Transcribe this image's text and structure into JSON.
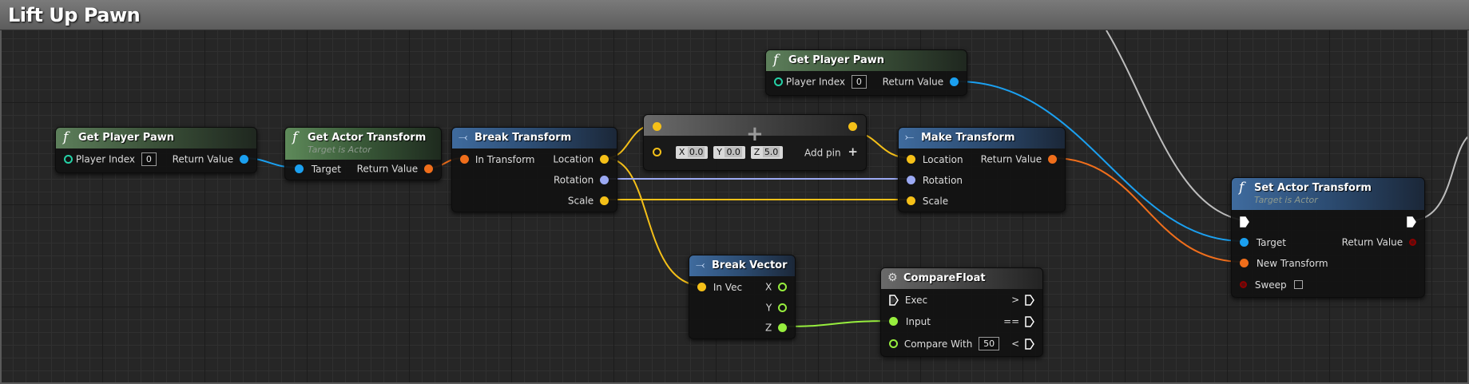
{
  "graph": {
    "title": "Lift Up Pawn"
  },
  "colors": {
    "vector": "#f5c018",
    "transform": "#f06e1b",
    "object": "#1ba0f0",
    "rotator": "#9ba9f3",
    "int": "#25d1a6",
    "float": "#97ee3e",
    "bool": "#8b0000",
    "exec": "#ffffff"
  },
  "nodes": {
    "get_player_pawn_1": {
      "title": "Get Player Pawn",
      "player_index_label": "Player Index",
      "player_index_value": "0",
      "return_label": "Return Value"
    },
    "get_actor_transform": {
      "title": "Get Actor Transform",
      "subtitle": "Target is Actor",
      "target_label": "Target",
      "return_label": "Return Value"
    },
    "break_transform": {
      "title": "Break Transform",
      "in_label": "In Transform",
      "location_label": "Location",
      "rotation_label": "Rotation",
      "scale_label": "Scale"
    },
    "add_vector": {
      "x_label": "X",
      "x_value": "0.0",
      "y_label": "Y",
      "y_value": "0.0",
      "z_label": "Z",
      "z_value": "5.0",
      "add_pin_label": "Add pin"
    },
    "get_player_pawn_2": {
      "title": "Get Player Pawn",
      "player_index_label": "Player Index",
      "player_index_value": "0",
      "return_label": "Return Value"
    },
    "make_transform": {
      "title": "Make Transform",
      "location_label": "Location",
      "rotation_label": "Rotation",
      "scale_label": "Scale",
      "return_label": "Return Value"
    },
    "break_vector": {
      "title": "Break Vector",
      "in_label": "In Vec",
      "x_label": "X",
      "y_label": "Y",
      "z_label": "Z"
    },
    "compare_float": {
      "title": "CompareFloat",
      "exec_label": "Exec",
      "input_label": "Input",
      "compare_label": "Compare With",
      "compare_value": "50",
      "gt_label": ">",
      "eq_label": "==",
      "lt_label": "<"
    },
    "set_actor_transform": {
      "title": "Set Actor Transform",
      "subtitle": "Target is Actor",
      "target_label": "Target",
      "return_label": "Return Value",
      "new_transform_label": "New Transform",
      "sweep_label": "Sweep"
    }
  }
}
